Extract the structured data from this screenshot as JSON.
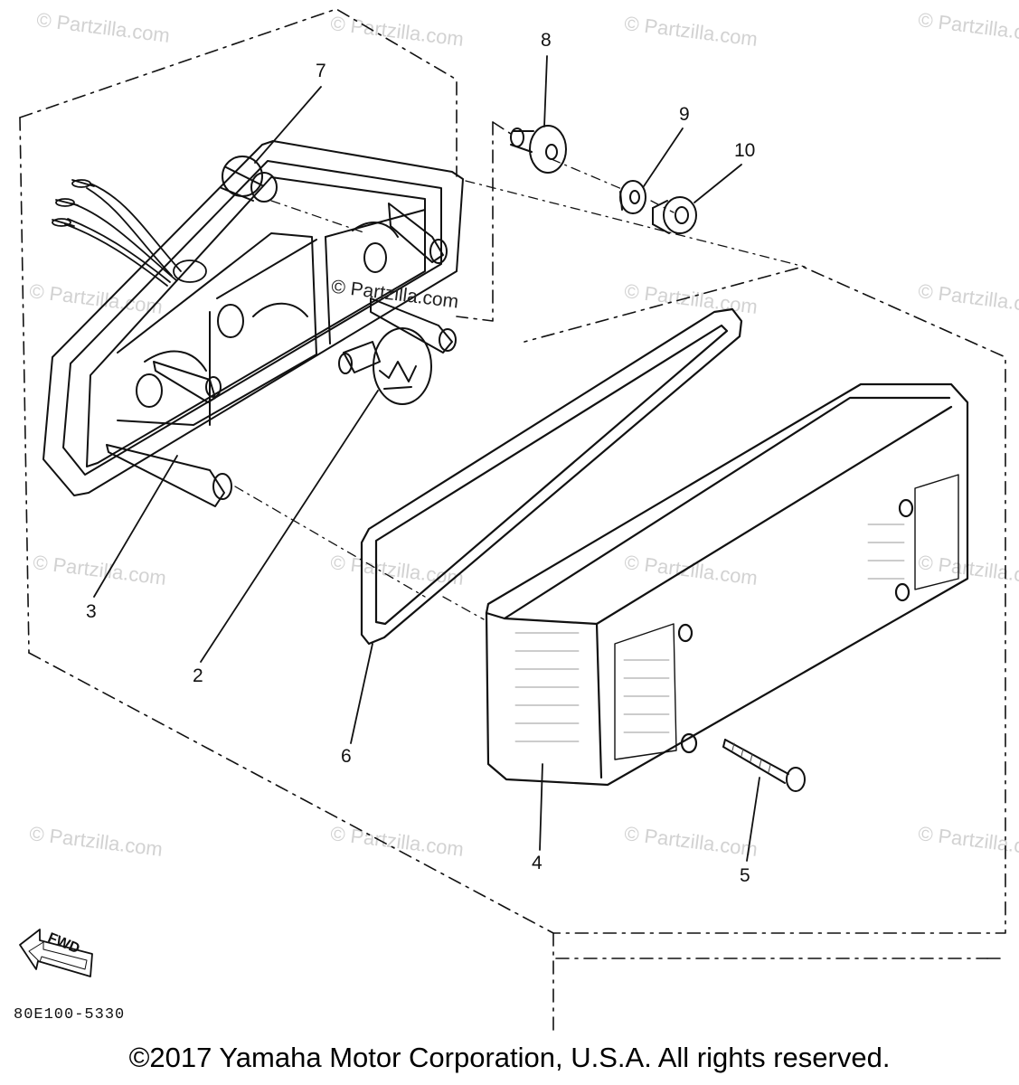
{
  "watermark_text": "© Partzilla.com",
  "center_watermark": "© Partzilla.com",
  "callouts": [
    "8",
    "7",
    "9",
    "10",
    "3",
    "2",
    "6",
    "4",
    "5"
  ],
  "fwd_label": "FWD",
  "part_code": "80E100-5330",
  "copyright": "©2017 Yamaha Motor Corporation, U.S.A. All rights reserved."
}
